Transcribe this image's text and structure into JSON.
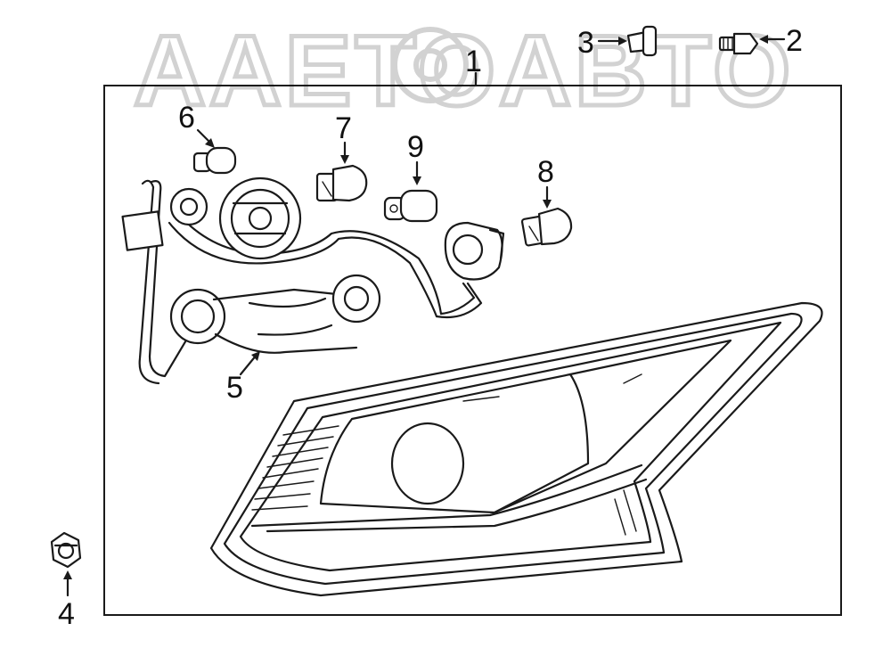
{
  "watermark": "AAETOABTO",
  "callouts": [
    {
      "id": "1",
      "label": "1"
    },
    {
      "id": "2",
      "label": "2"
    },
    {
      "id": "3",
      "label": "3"
    },
    {
      "id": "4",
      "label": "4"
    },
    {
      "id": "5",
      "label": "5"
    },
    {
      "id": "6",
      "label": "6"
    },
    {
      "id": "7",
      "label": "7"
    },
    {
      "id": "8",
      "label": "8"
    },
    {
      "id": "9",
      "label": "9"
    }
  ],
  "colors": {
    "line": "#1a1a1a",
    "watermark": "#d2d2d2",
    "background": "#ffffff"
  }
}
